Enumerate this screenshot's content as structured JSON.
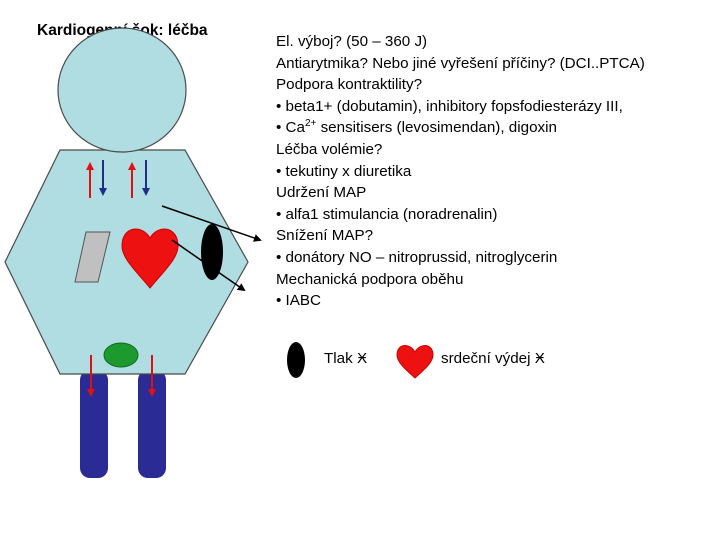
{
  "title": "Kardiogenní šok: léčba",
  "lines": [
    {
      "text": "El. výboj? (50 – 360 J)"
    },
    {
      "text": "Antiarytmika? Nebo jiné vyřešení příčiny? (DCI..PTCA)"
    },
    {
      "text": "Podpora kontraktility?"
    },
    {
      "text": "• beta1+ (dobutamin), inhibitory fopsfodiesterázy III,"
    },
    {
      "pre": "• Ca",
      "sup": "2+",
      "post": " sensitisers (levosimendan), digoxin"
    },
    {
      "text": "Léčba volémie?"
    },
    {
      "text": "• tekutiny x diuretika"
    },
    {
      "text": "Udržení MAP"
    },
    {
      "text": "• alfa1 stimulancia (noradrenalin)"
    },
    {
      "text": "Snížení MAP?"
    },
    {
      "text": "• donátory NO – nitroprussid, nitroglycerin"
    },
    {
      "text": "Mechanická podpora oběhu"
    },
    {
      "text": "• IABC"
    }
  ],
  "legend": {
    "pressure_label": "Tlak",
    "output_label": "srdeční výdej",
    "arrow_symbol": "Ӿ"
  },
  "colors": {
    "body_fill": "#b0dde2",
    "body_stroke": "#4a4a4a",
    "heart": "#ee1111",
    "lung": "#c0c0c0",
    "liver": "#1c9a2e",
    "legs": "#2b2b96",
    "arrow_red": "#dd1111",
    "arrow_blue": "#1c2e8a",
    "vessel_black": "#000000"
  }
}
